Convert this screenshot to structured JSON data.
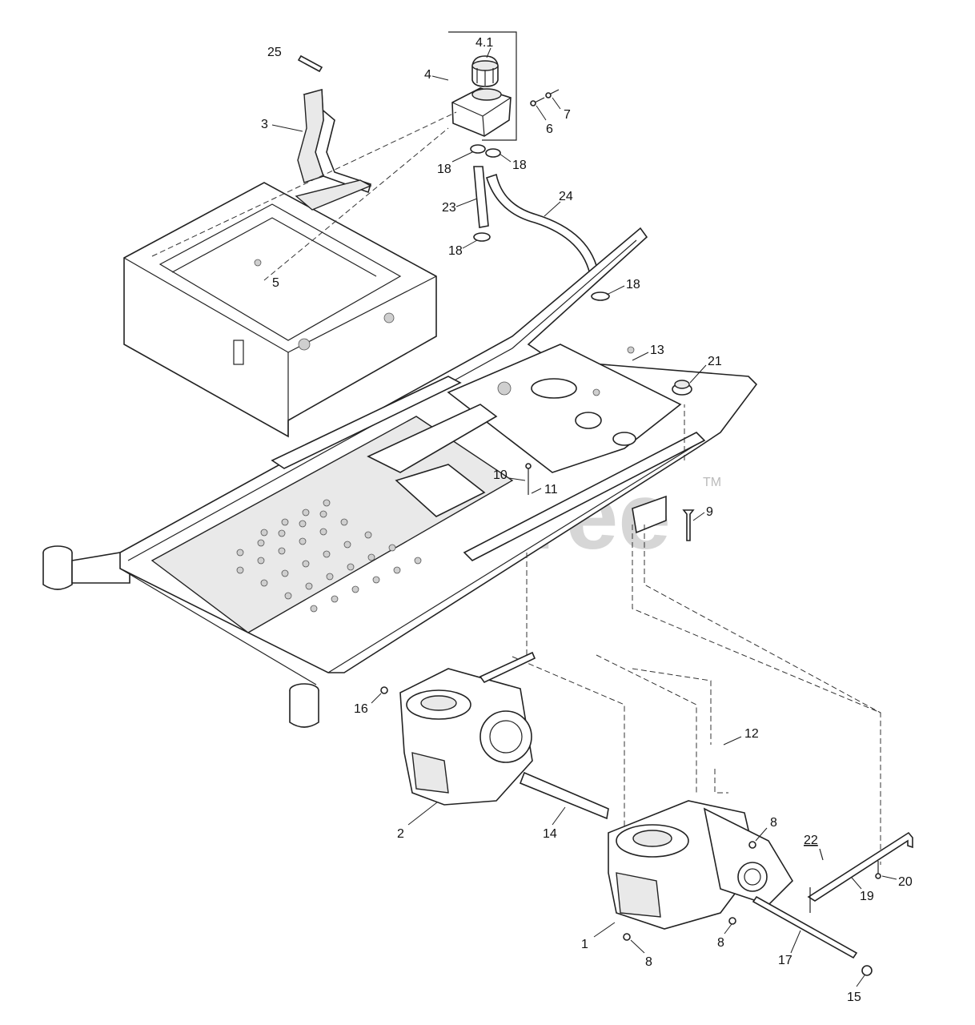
{
  "watermark": {
    "text": "PartsTree",
    "trademark": "TM"
  },
  "callouts": [
    {
      "id": "c25",
      "label": "25"
    },
    {
      "id": "c41",
      "label": "4.1"
    },
    {
      "id": "c4",
      "label": "4"
    },
    {
      "id": "c7",
      "label": "7"
    },
    {
      "id": "c6",
      "label": "6"
    },
    {
      "id": "c3",
      "label": "3"
    },
    {
      "id": "c18a",
      "label": "18"
    },
    {
      "id": "c18b",
      "label": "18"
    },
    {
      "id": "c23",
      "label": "23"
    },
    {
      "id": "c24",
      "label": "24"
    },
    {
      "id": "c18c",
      "label": "18"
    },
    {
      "id": "c5",
      "label": "5"
    },
    {
      "id": "c18d",
      "label": "18"
    },
    {
      "id": "c13",
      "label": "13"
    },
    {
      "id": "c21",
      "label": "21"
    },
    {
      "id": "c10",
      "label": "10"
    },
    {
      "id": "c11",
      "label": "11"
    },
    {
      "id": "c9",
      "label": "9"
    },
    {
      "id": "c16",
      "label": "16"
    },
    {
      "id": "c12",
      "label": "12"
    },
    {
      "id": "c2",
      "label": "2"
    },
    {
      "id": "c14",
      "label": "14"
    },
    {
      "id": "c8a",
      "label": "8"
    },
    {
      "id": "c22",
      "label": "22"
    },
    {
      "id": "c19",
      "label": "19"
    },
    {
      "id": "c20",
      "label": "20"
    },
    {
      "id": "c1",
      "label": "1"
    },
    {
      "id": "c8b",
      "label": "8"
    },
    {
      "id": "c8c",
      "label": "8"
    },
    {
      "id": "c17",
      "label": "17"
    },
    {
      "id": "c15",
      "label": "15"
    }
  ]
}
